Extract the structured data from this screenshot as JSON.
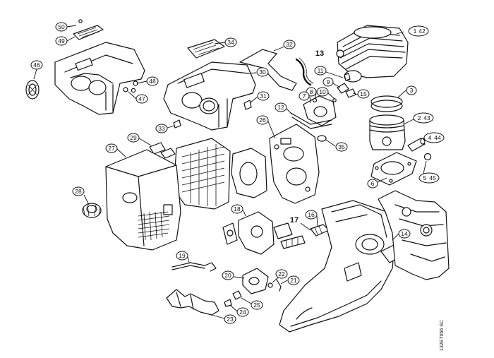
{
  "diagram": {
    "drawing_code": "132ET056 SC",
    "callouts": [
      {
        "id": "50",
        "label": "50"
      },
      {
        "id": "49",
        "label": "49"
      },
      {
        "id": "46",
        "label": "46"
      },
      {
        "id": "48",
        "label": "48"
      },
      {
        "id": "47",
        "label": "47"
      },
      {
        "id": "34",
        "label": "34"
      },
      {
        "id": "32",
        "label": "32"
      },
      {
        "id": "13",
        "label": "13"
      },
      {
        "id": "30",
        "label": "30"
      },
      {
        "id": "31",
        "label": "31"
      },
      {
        "id": "33",
        "label": "33"
      },
      {
        "id": "11",
        "label": "11"
      },
      {
        "id": "9",
        "label": "9"
      },
      {
        "id": "8",
        "label": "8"
      },
      {
        "id": "10",
        "label": "10"
      },
      {
        "id": "7",
        "label": "7"
      },
      {
        "id": "15",
        "label": "15"
      },
      {
        "id": "1",
        "label": "1"
      },
      {
        "id": "42",
        "label": "42"
      },
      {
        "id": "3",
        "label": "3"
      },
      {
        "id": "2",
        "label": "2"
      },
      {
        "id": "43",
        "label": "43"
      },
      {
        "id": "4",
        "label": "4"
      },
      {
        "id": "44",
        "label": "44"
      },
      {
        "id": "5",
        "label": "5"
      },
      {
        "id": "45",
        "label": "45"
      },
      {
        "id": "6",
        "label": "6"
      },
      {
        "id": "12",
        "label": "12"
      },
      {
        "id": "26",
        "label": "26"
      },
      {
        "id": "35",
        "label": "35"
      },
      {
        "id": "29",
        "label": "29"
      },
      {
        "id": "27",
        "label": "27"
      },
      {
        "id": "28",
        "label": "28"
      },
      {
        "id": "18",
        "label": "18"
      },
      {
        "id": "16",
        "label": "16"
      },
      {
        "id": "17",
        "label": "17"
      },
      {
        "id": "14",
        "label": "14"
      },
      {
        "id": "19",
        "label": "19"
      },
      {
        "id": "20",
        "label": "20"
      },
      {
        "id": "22",
        "label": "22"
      },
      {
        "id": "21",
        "label": "21"
      },
      {
        "id": "25",
        "label": "25"
      },
      {
        "id": "24",
        "label": "24"
      },
      {
        "id": "23",
        "label": "23"
      }
    ]
  }
}
